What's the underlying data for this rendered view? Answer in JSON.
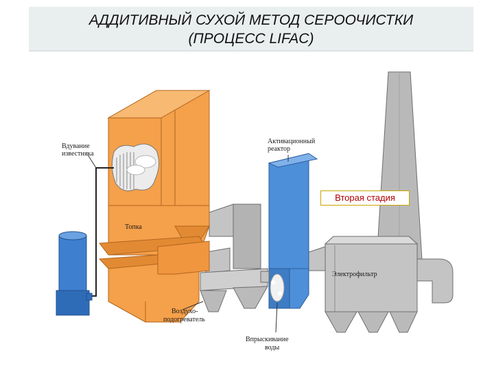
{
  "slide": {
    "title_line1": "АДДИТИВНЫЙ СУХОЙ МЕТОД СЕРООЧИСТКИ",
    "title_line2": "(ПРОЦЕСС LIFAC)"
  },
  "diagram": {
    "labels": {
      "lime_injection_1": "Вдувание",
      "lime_injection_2": "известняка",
      "activation_reactor_1": "Активационный",
      "activation_reactor_2": "реактор",
      "furnace": "Топка",
      "air_heater_1": "Воздухо-",
      "air_heater_2": "подогреватель",
      "electrostatic_precipitator": "Электрофильтр",
      "water_spray_1": "Впрыскивание",
      "water_spray_2": "воды"
    },
    "callout": "Вторая стадия",
    "colors": {
      "boiler": "#f5a04a",
      "boiler_dark": "#d9822e",
      "reactor": "#4d8fd8",
      "silo": "#3f7fd0",
      "equipment_gray": "#c4c4c4",
      "stack_gray": "#b9b9b9",
      "callout_text": "#b00000"
    }
  }
}
